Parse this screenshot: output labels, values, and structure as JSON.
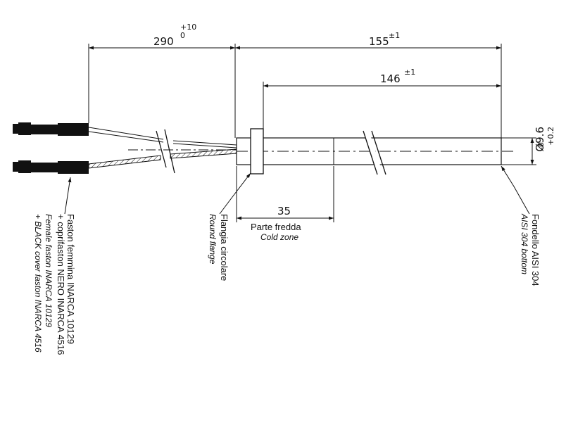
{
  "dimensions": {
    "cable_length": {
      "value": "290",
      "tol_upper": "+10",
      "tol_lower": "0"
    },
    "total_length": {
      "value": "155",
      "tol": "±1"
    },
    "sheath_length": {
      "value": "146",
      "tol": "±1"
    },
    "diameter": {
      "value": "Ø9.6",
      "tol_upper": "+0.2",
      "tol_lower": "-0"
    },
    "cold_zone_length": {
      "value": "35"
    }
  },
  "labels": {
    "cold_zone_it": "Parte fredda",
    "cold_zone_en": "Cold zone",
    "flange_it": "Flangia circolare",
    "flange_en": "Round flange",
    "bottom_it": "Fondello AISI 304",
    "bottom_en": "AISI 304 bottom",
    "faston_it_1": "Faston femmina INARCA 10129",
    "faston_it_2": "+ coprifaston NERO INARCA 4516",
    "faston_en_1": "Female faston INARCA 10129",
    "faston_en_2": "+ BLACK cover faston INARCA 4516"
  }
}
